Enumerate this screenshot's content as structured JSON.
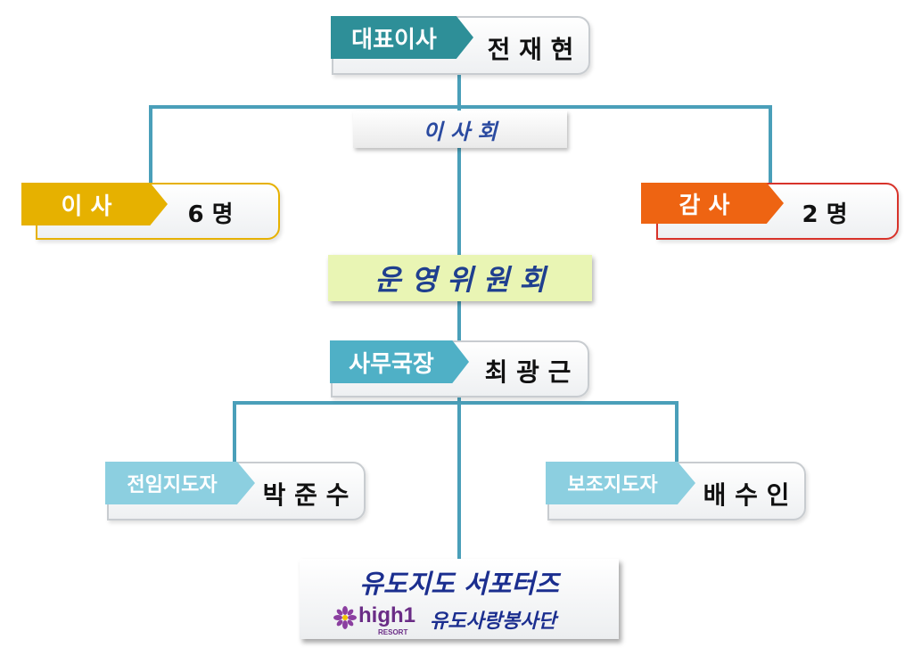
{
  "colors": {
    "line": "#4a9fb9",
    "ceo_tag": "#2e8f98",
    "director_tag": "#e6b100",
    "auditor_tag": "#ee6412",
    "secretary_tag": "#4fb0c6",
    "coach_tag": "#8ccfe0",
    "board_text": "#2a4aa0",
    "committee_bg": "#e9f5b4",
    "supporter_text": "#1b2e8f",
    "logo_flower": "#8b3fa0"
  },
  "ceo": {
    "tag": "대표이사",
    "name": "전 재 현"
  },
  "board": {
    "label": "이 사 회"
  },
  "directors": {
    "tag": "이 사",
    "count": "6 명"
  },
  "auditors": {
    "tag": "감 사",
    "count": "2 명"
  },
  "committee": {
    "label": "운 영 위 원 회"
  },
  "secretary": {
    "tag": "사무국장",
    "name": "최 광 근"
  },
  "coach_full": {
    "tag": "전임지도자",
    "name": "박 준 수"
  },
  "coach_assist": {
    "tag": "보조지도자",
    "name": "배 수 인"
  },
  "supporters": {
    "title": "유도지도 서포터즈",
    "logo_text": "high1",
    "logo_sub": "RESORT",
    "volunteer": "유도사랑봉사단"
  }
}
